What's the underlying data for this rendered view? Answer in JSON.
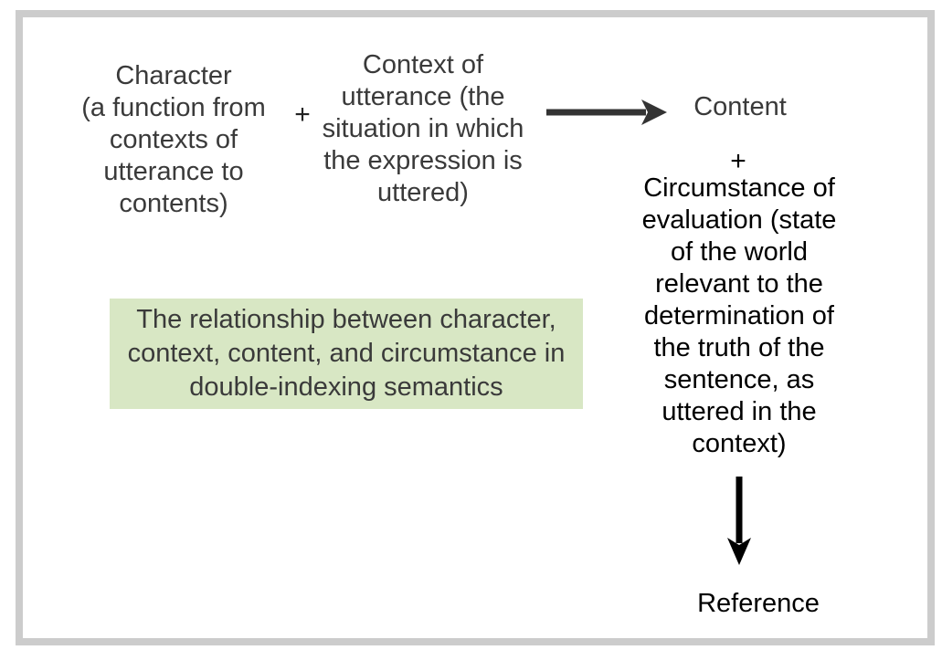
{
  "frame": {
    "border_color": "#cccccc",
    "background": "#ffffff"
  },
  "caption": {
    "text": "The relationship between character,\ncontext, content, and circumstance in\ndouble-indexing semantics",
    "bg_color": "#d8e7c4"
  },
  "nodes": {
    "character": "Character\n(a function from\ncontexts of\nutterance to\ncontents)",
    "plus_left": "+",
    "context": "Context of\nutterance (the\nsituation in which\nthe expression is\nuttered)",
    "content": "Content",
    "plus_right": "+",
    "circumstance": "Circumstance of\nevaluation (state\nof the world\nrelevant to the\ndetermination of\nthe truth of the\nsentence, as\nuttered in the\ncontext)",
    "reference": "Reference"
  },
  "icons": {
    "right_arrow": "right-arrow-icon",
    "down_arrow": "down-arrow-icon"
  },
  "colors": {
    "text_primary": "#3a3a3a",
    "text_black": "#000000",
    "arrow_right": "#333333",
    "arrow_down": "#000000"
  }
}
